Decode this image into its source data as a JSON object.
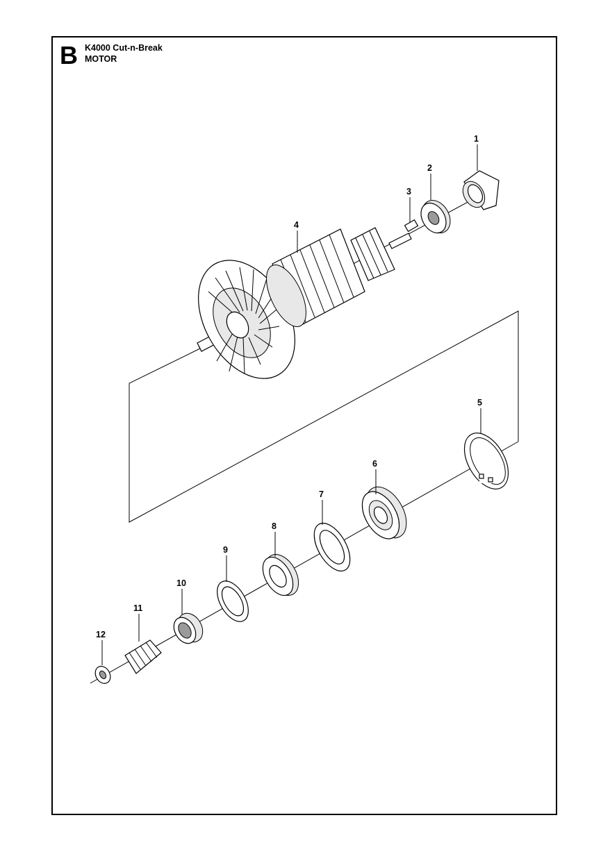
{
  "header": {
    "section_letter": "B",
    "model": "K4000 Cut-n-Break",
    "group": "MOTOR"
  },
  "callouts": [
    {
      "number": "1"
    },
    {
      "number": "2"
    },
    {
      "number": "3"
    },
    {
      "number": "4"
    },
    {
      "number": "5"
    },
    {
      "number": "6"
    },
    {
      "number": "7"
    },
    {
      "number": "8"
    },
    {
      "number": "9"
    },
    {
      "number": "10"
    },
    {
      "number": "11"
    },
    {
      "number": "12"
    }
  ]
}
